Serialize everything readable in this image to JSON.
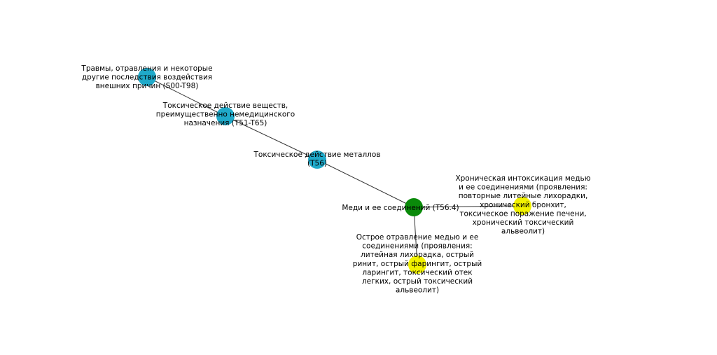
{
  "colors": {
    "background": "#ffffff",
    "edge": "#333333",
    "category_node": "#1fa9c9",
    "focus_node": "#0a8a0a",
    "manifestation_node": "#f2f200"
  },
  "nodes": [
    {
      "id": "n1",
      "kind": "category",
      "lines": [
        "Травмы, отравления и некоторые",
        "другие последствия воздействия",
        "внешних причин (S00-T98)"
      ]
    },
    {
      "id": "n2",
      "kind": "category",
      "lines": [
        "Токсическое действие веществ,",
        "преимущественно немедицинского",
        "назначения (T51-T65)"
      ]
    },
    {
      "id": "n3",
      "kind": "category",
      "lines": [
        "Токсическое действие металлов",
        "(T56)"
      ]
    },
    {
      "id": "n4",
      "kind": "focus",
      "lines": [
        "Меди и ее соединений (T56.4)"
      ]
    },
    {
      "id": "n5",
      "kind": "manifestation",
      "lines": [
        "Хроническая интоксикация медью",
        "и ее соединениями (проявления:",
        "повторные литейные лихорадки,",
        "хронический бронхит,",
        "токсическое поражение печени,",
        "хронический токсический",
        "альвеолит)"
      ]
    },
    {
      "id": "n6",
      "kind": "manifestation",
      "lines": [
        "Острое отравление медью и ее",
        "соединениями (проявления:",
        "литейная лихорадка, острый",
        "ринит, острый фарингит, острый",
        "ларингит, токсический отек",
        "легких, острый токсический",
        "альвеолит)"
      ]
    }
  ],
  "edges": [
    {
      "from": "n1",
      "to": "n2"
    },
    {
      "from": "n2",
      "to": "n3"
    },
    {
      "from": "n3",
      "to": "n4"
    },
    {
      "from": "n4",
      "to": "n5"
    },
    {
      "from": "n4",
      "to": "n6"
    }
  ]
}
